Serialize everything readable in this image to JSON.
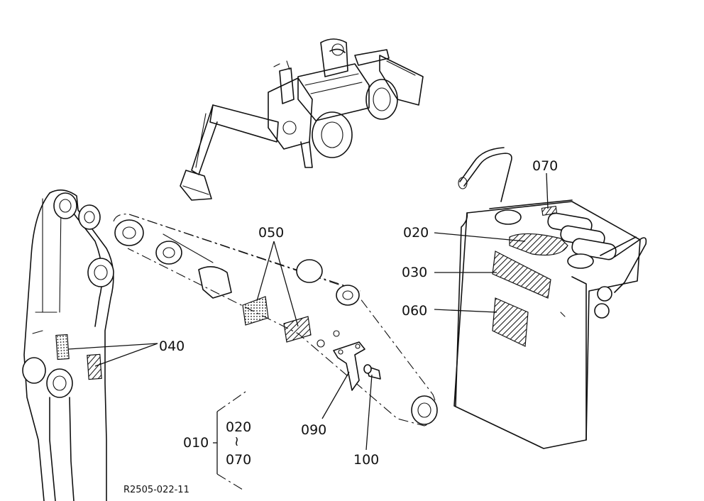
{
  "colors": {
    "ink": "#111111",
    "background": "#ffffff"
  },
  "labels": {
    "p010": "010",
    "p020": "020",
    "p030": "030",
    "p040": "040",
    "p050": "050",
    "p060": "060",
    "p070": "070",
    "p090": "090",
    "p100": "100"
  },
  "range": {
    "from": "020",
    "sep": "≀",
    "to": "070"
  },
  "drawing_code": "R2505-022-11"
}
